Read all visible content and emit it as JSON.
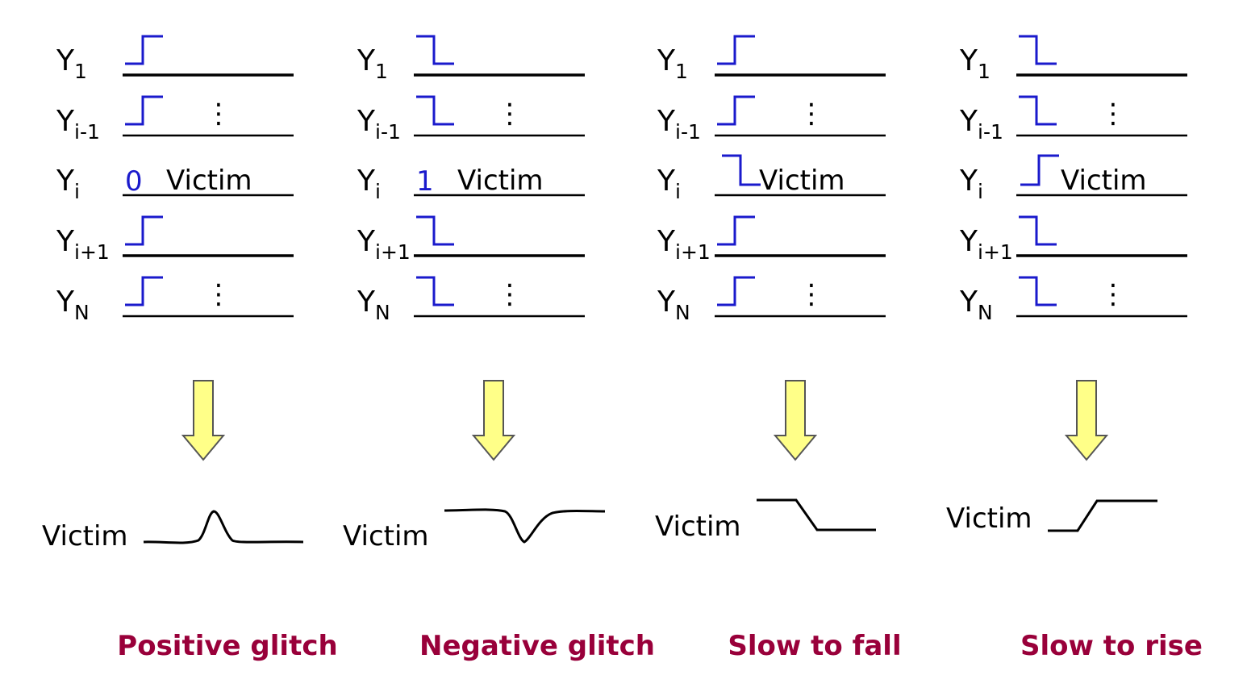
{
  "signal_rows": [
    {
      "base": "Y",
      "sub": "1"
    },
    {
      "base": "Y",
      "sub": "i-1"
    },
    {
      "base": "Y",
      "sub": "i"
    },
    {
      "base": "Y",
      "sub": "i+1"
    },
    {
      "base": "Y",
      "sub": "N"
    }
  ],
  "ellipsis": "⋮",
  "victim_label": "Victim",
  "colors": {
    "waveform": "#1a1acc",
    "value_text": "#1a1acc",
    "arrow_fill": "#ffff88",
    "arrow_stroke": "#555555",
    "caption": "#99003a",
    "line": "#000000"
  },
  "panels": [
    {
      "aggressor_transition": "rise",
      "victim_transition": "none",
      "victim_value": "0",
      "response_shape": "positive-glitch",
      "caption": "Positive glitch"
    },
    {
      "aggressor_transition": "fall",
      "victim_transition": "none",
      "victim_value": "1",
      "response_shape": "negative-glitch",
      "caption": "Negative glitch"
    },
    {
      "aggressor_transition": "rise",
      "victim_transition": "fall",
      "victim_value": "",
      "response_shape": "slow-fall",
      "caption": "Slow to fall"
    },
    {
      "aggressor_transition": "fall",
      "victim_transition": "rise",
      "victim_value": "",
      "response_shape": "slow-rise",
      "caption": "Slow to rise"
    }
  ]
}
